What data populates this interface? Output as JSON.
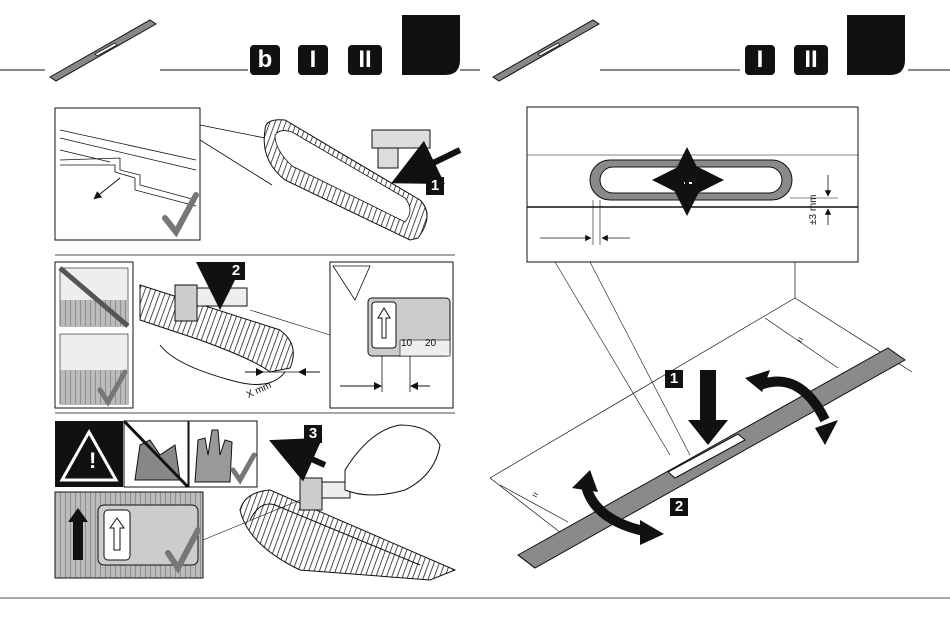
{
  "left_page": {
    "header_badges": [
      "b",
      "I",
      "II"
    ],
    "step_badges": [
      "1",
      "2",
      "3"
    ],
    "measure": {
      "tick_10": "10",
      "tick_20": "20",
      "x_label": "X mm"
    },
    "warning_glyph": "!"
  },
  "right_page": {
    "header_badges": [
      "I",
      "II"
    ],
    "step_badges": [
      "1",
      "2"
    ],
    "tolerance_label": "±3 mm",
    "equal_sign": "="
  },
  "colors": {
    "ink": "#111111",
    "profile_gray": "#8a8a8a",
    "light_gray": "#d9d9d9",
    "mid_gray": "#bdbdbd"
  },
  "icons": [
    "drain-profile-icon",
    "checkmark-icon",
    "warning-icon",
    "hand-icon",
    "arrow-icon"
  ]
}
